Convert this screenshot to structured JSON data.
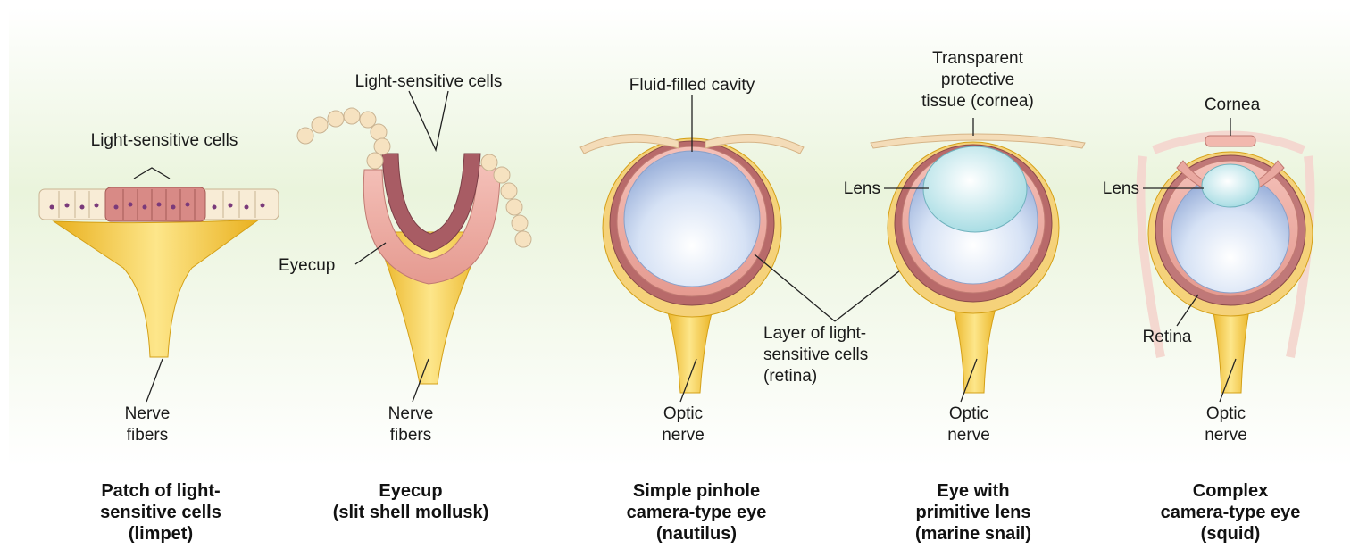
{
  "stages": [
    {
      "id": "patch",
      "caption": "Patch of light-\nsensitive cells\n(limpet)",
      "labels": {
        "cells": "Light-sensitive cells",
        "fibers": "Nerve\nfibers"
      }
    },
    {
      "id": "eyecup",
      "caption": "Eyecup\n(slit shell mollusk)",
      "labels": {
        "cells": "Light-sensitive cells",
        "eyecup": "Eyecup",
        "fibers": "Nerve\nfibers"
      }
    },
    {
      "id": "pinhole",
      "caption": "Simple pinhole\ncamera-type eye\n(nautilus)",
      "labels": {
        "cavity": "Fluid-filled cavity",
        "nerve": "Optic\nnerve"
      }
    },
    {
      "id": "primitive-lens",
      "caption": "Eye with\nprimitive lens\n(marine snail)",
      "labels": {
        "cornea": "Transparent\nprotective\ntissue (cornea)",
        "lens": "Lens",
        "nerve": "Optic\nnerve"
      }
    },
    {
      "id": "complex",
      "caption": "Complex\ncamera-type eye\n(squid)",
      "labels": {
        "cornea": "Cornea",
        "lens": "Lens",
        "retina": "Retina",
        "nerve": "Optic\nnerve"
      }
    }
  ],
  "shared_labels": {
    "retina_layer": "Layer of light-\nsensitive cells\n(retina)"
  },
  "colors": {
    "background_tint": "#eaf4dc",
    "nerve": "#f2c230",
    "cell_tissue": "#e8a0a0",
    "cavity": "#c8d8f0",
    "lens": "#cfeef0",
    "cornea": "#f4dcb8"
  }
}
